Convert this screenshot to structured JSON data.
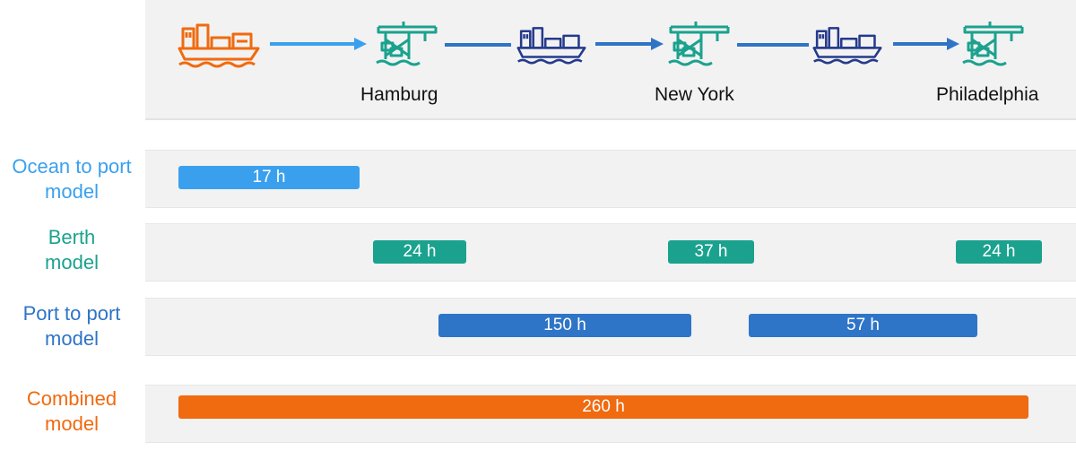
{
  "colors": {
    "ocean": "#3aa0ee",
    "berth": "#1ba28e",
    "port_to_port": "#2e74c7",
    "combined": "#f06a0f",
    "ship_origin": "#f06a0f",
    "ship_transit": "#243a8c",
    "crane": "#1ba28e"
  },
  "route": {
    "icons": [
      "ship-icon",
      "crane-icon",
      "ship-icon",
      "crane-icon",
      "ship-icon",
      "crane-icon"
    ],
    "cities": [
      "Hamburg",
      "New York",
      "Philadelphia"
    ]
  },
  "rows": [
    {
      "label": "Ocean to port\nmodel",
      "color": "#3aa0ee",
      "bars": [
        {
          "text": "17 h"
        }
      ]
    },
    {
      "label": "Berth\nmodel",
      "color": "#1ba28e",
      "bars": [
        {
          "text": "24 h"
        },
        {
          "text": "37 h"
        },
        {
          "text": "24 h"
        }
      ]
    },
    {
      "label": "Port to port\nmodel",
      "color": "#2e74c7",
      "bars": [
        {
          "text": "150 h"
        },
        {
          "text": "57 h"
        }
      ]
    },
    {
      "label": "Combined\nmodel",
      "color": "#f06a0f",
      "bars": [
        {
          "text": "260 h"
        }
      ]
    }
  ]
}
